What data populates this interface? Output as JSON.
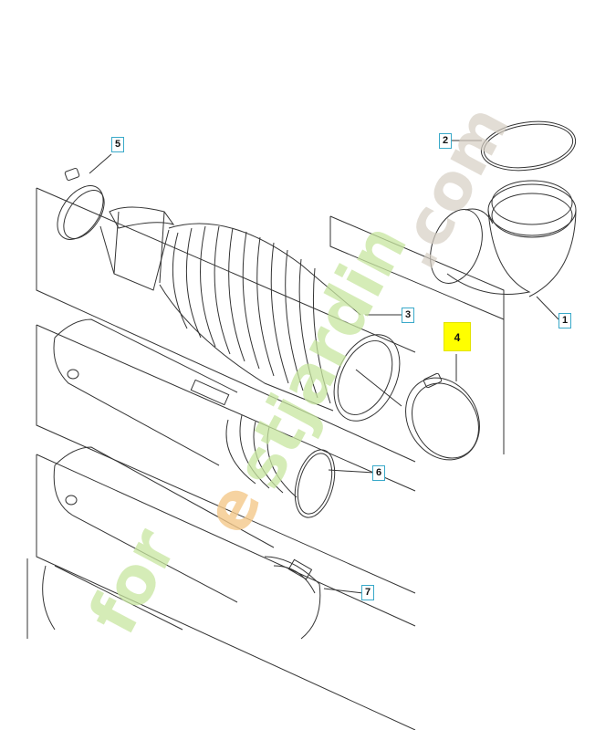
{
  "diagram": {
    "callouts": [
      {
        "id": "1",
        "label": "1",
        "highlighted": false
      },
      {
        "id": "2",
        "label": "2",
        "highlighted": false
      },
      {
        "id": "3",
        "label": "3",
        "highlighted": false
      },
      {
        "id": "4",
        "label": "4",
        "highlighted": true
      },
      {
        "id": "5",
        "label": "5",
        "highlighted": false
      },
      {
        "id": "6",
        "label": "6",
        "highlighted": false
      },
      {
        "id": "7",
        "label": "7",
        "highlighted": false
      }
    ],
    "watermark_text": "forestjardin.com",
    "colors": {
      "line": "#333333",
      "callout_border": "#39a9c9",
      "highlight": "#ffff00",
      "watermark_green": "#c8e6a0",
      "watermark_orange": "#f5c98a",
      "watermark_gray": "#d6cfc4"
    }
  }
}
